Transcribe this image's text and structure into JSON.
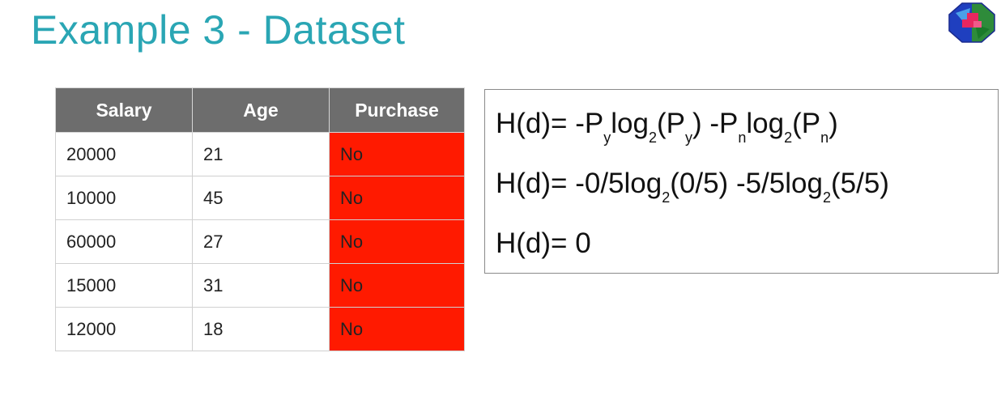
{
  "slide": {
    "title": "Example 3 - Dataset"
  },
  "logo": {
    "icon": "octagon-logo-icon",
    "colors": [
      "#1f3fbf",
      "#2e8b3a",
      "#e8265f",
      "#1a2a8f"
    ]
  },
  "table": {
    "headers": [
      "Salary",
      "Age",
      "Purchase"
    ],
    "rows": [
      [
        "20000",
        "21",
        "No"
      ],
      [
        "10000",
        "45",
        "No"
      ],
      [
        "60000",
        "27",
        "No"
      ],
      [
        "15000",
        "31",
        "No"
      ],
      [
        "12000",
        "18",
        "No"
      ]
    ],
    "header_color": "#6d6d6d",
    "purchase_color": "#ff1a00"
  },
  "formulas": {
    "line1": {
      "a": "H(d)= -P",
      "b": "y",
      "c": "log",
      "d": "2",
      "e": "(P",
      "f": "y",
      "g": ") -P",
      "h": "n",
      "i": "log",
      "j": "2",
      "k": "(P",
      "l": "n",
      "m": ")"
    },
    "line2": {
      "a": "H(d)= -0/5log",
      "b": "2",
      "c": "(0/5) -5/5log",
      "d": "2",
      "e": "(5/5)"
    },
    "line3": {
      "a": "H(d)= 0"
    }
  }
}
